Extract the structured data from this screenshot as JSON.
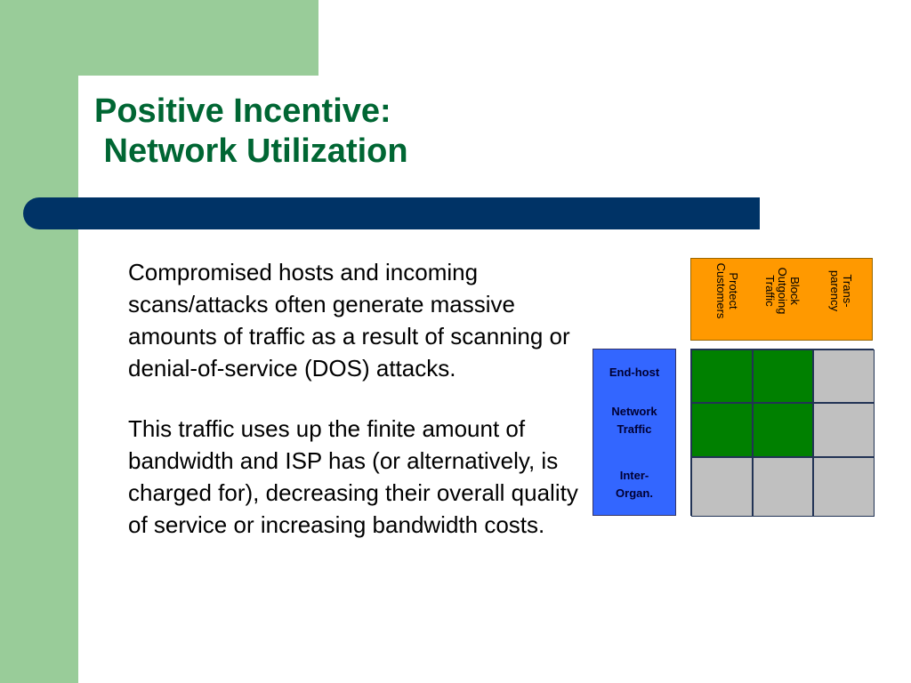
{
  "title": {
    "line1": "Positive Incentive:",
    "line2": " Network Utilization"
  },
  "body": {
    "paragraph1": "Compromised hosts and incoming scans/attacks often generate massive amounts of traffic as a result of scanning or denial-of-service (DOS) attacks.",
    "paragraph2": "This traffic uses up the finite amount of bandwidth and ISP has (or alternatively, is charged for), decreasing their overall quality of service or increasing bandwidth costs."
  },
  "matrix": {
    "columns": [
      "Protect\nCustomers",
      "Block\nOutgoing\nTraffic",
      "Trans-\nparency"
    ],
    "rows": [
      "End-host",
      "Network\nTraffic",
      "Inter-\nOrgan."
    ],
    "cells": [
      [
        "on",
        "on",
        "off"
      ],
      [
        "on",
        "on",
        "off"
      ],
      [
        "off",
        "off",
        "off"
      ]
    ],
    "colors": {
      "on": "#008000",
      "off": "#c0c0c0",
      "column_header": "#ff9900",
      "row_header": "#3366ff"
    }
  }
}
